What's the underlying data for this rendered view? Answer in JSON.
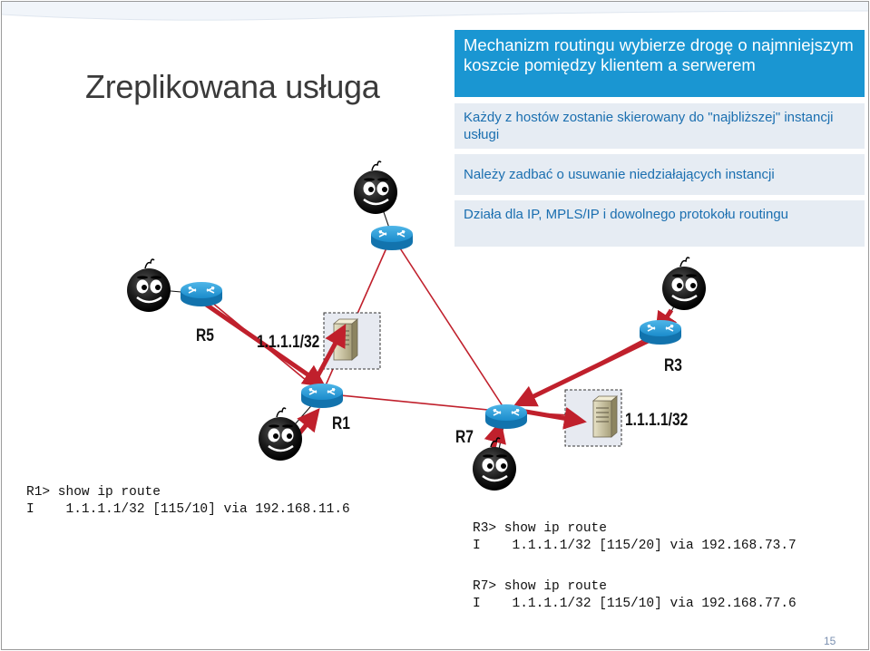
{
  "title": "Zreplikowana usługa",
  "panel": {
    "heading": "Mechanizm routingu wybierze drogę o najmniejszym koszcie pomiędzy klientem a serwerem",
    "bullets": [
      "Każdy z hostów zostanie skierowany do \"najbliższej\" instancji usługi",
      "Należy zadbać o usuwanie niedziałających instancji",
      "Działa dla IP, MPLS/IP i dowolnego protokołu routingu"
    ]
  },
  "diagram": {
    "routers": [
      "R5",
      "R1",
      "R7",
      "R3"
    ],
    "service_addresses": [
      "1.1.1.1/32",
      "1.1.1.1/32"
    ],
    "icons": [
      "router-icon",
      "server-icon",
      "host-face-icon",
      "red-arrow"
    ]
  },
  "cli": {
    "r1_cmd": "R1> show ip route",
    "r1_out": "I    1.1.1.1/32 [115/10] via 192.168.11.6",
    "r3_cmd": "R3> show ip route",
    "r3_out": "I    1.1.1.1/32 [115/20] via 192.168.73.7",
    "r7_cmd": "R7> show ip route",
    "r7_out": "I    1.1.1.1/32 [115/10] via 192.168.77.6"
  },
  "page_number": "15",
  "colors": {
    "panel_heading_bg": "#1a96d2",
    "panel_row_bg": "#e6ecf3",
    "panel_row_text": "#1b6fb0",
    "link_line": "#c0202c",
    "arrow": "#c0202c",
    "router": "#1f9ad6"
  }
}
